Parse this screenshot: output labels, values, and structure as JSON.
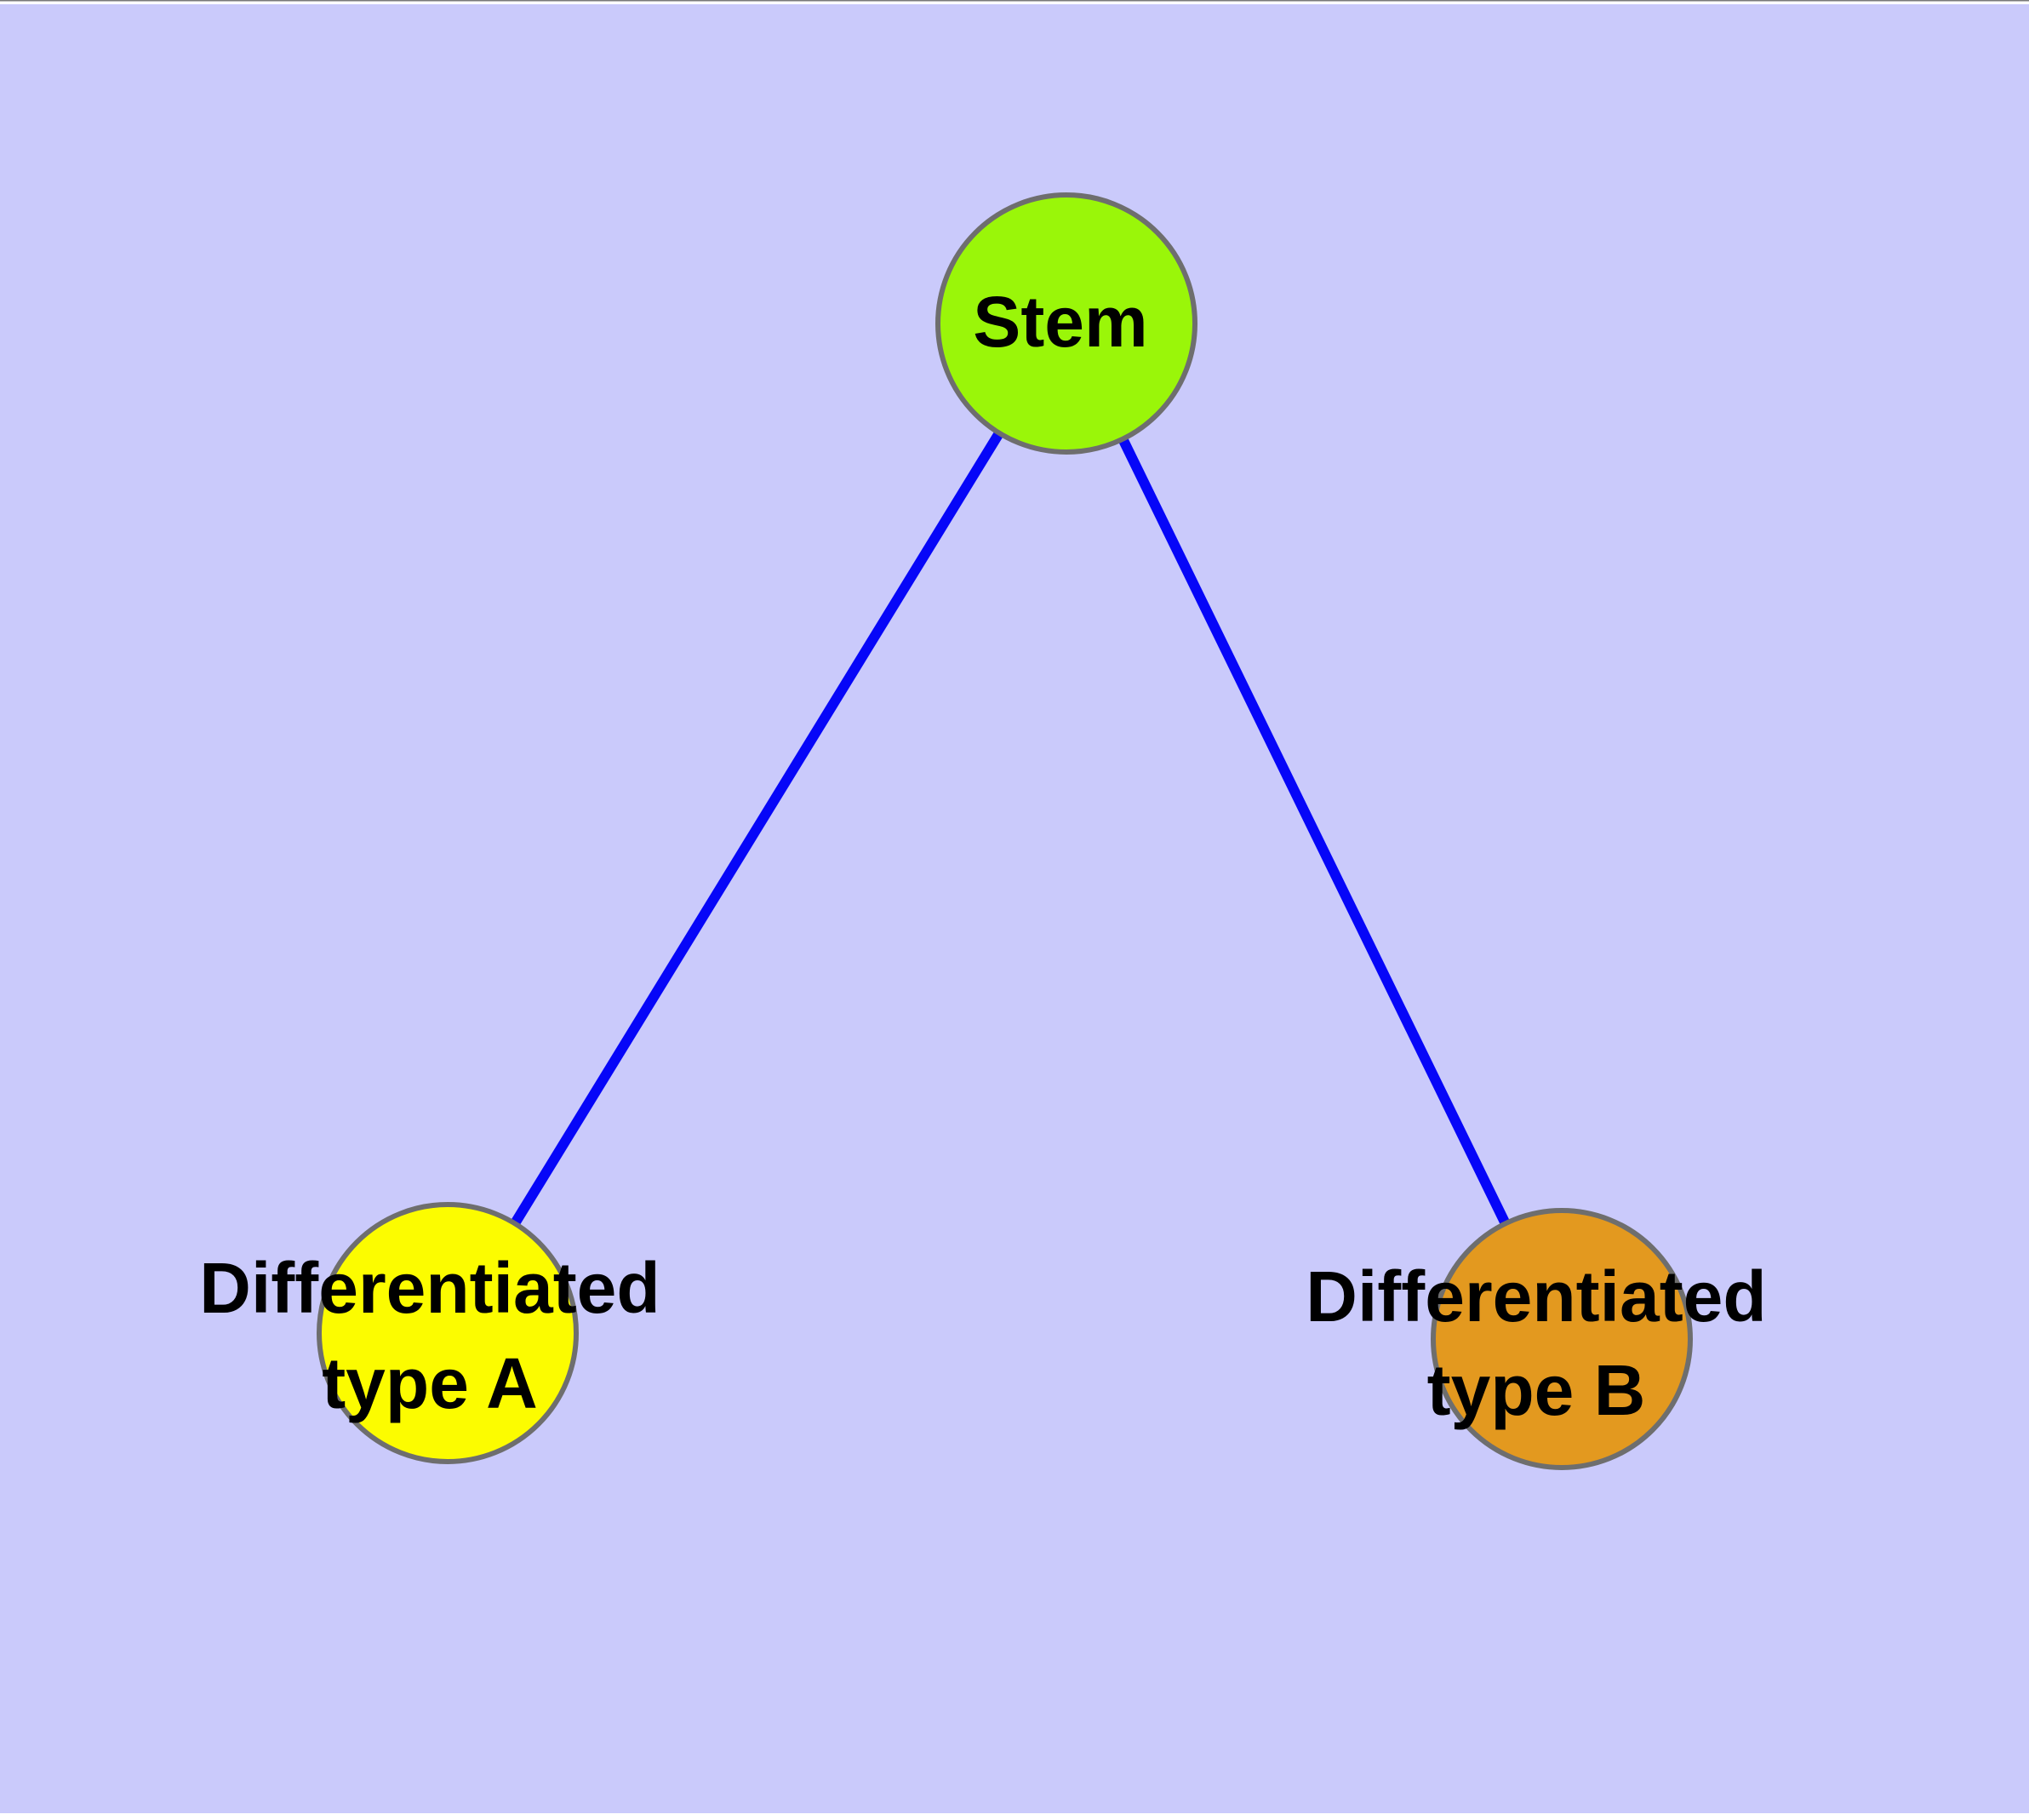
{
  "diagram": {
    "type": "node-link-graph",
    "background_color": "#CACAFB",
    "edge_color": "#0606F8",
    "node_border_color": "#6E6E6E",
    "label_color": "#000000",
    "top_edge_line_color": "#7a7a7a",
    "edge_artifact_color": "#FFFFFF",
    "nodes": [
      {
        "id": "stem",
        "label": "Stem",
        "label_line1": "Stem",
        "color": "#9AF609"
      },
      {
        "id": "differentiated-type-a",
        "label": "Differentiated type A",
        "label_line1": "Differentiated",
        "label_line2": "type A",
        "color": "#FCFC00"
      },
      {
        "id": "differentiated-type-b",
        "label": "Differentiated type B",
        "label_line1": "Differentiated",
        "label_line2": "type B",
        "color": "#E3991F"
      }
    ],
    "edges": [
      {
        "from": "Stem",
        "to": "Differentiated type A"
      },
      {
        "from": "Stem",
        "to": "Differentiated type B"
      }
    ]
  }
}
